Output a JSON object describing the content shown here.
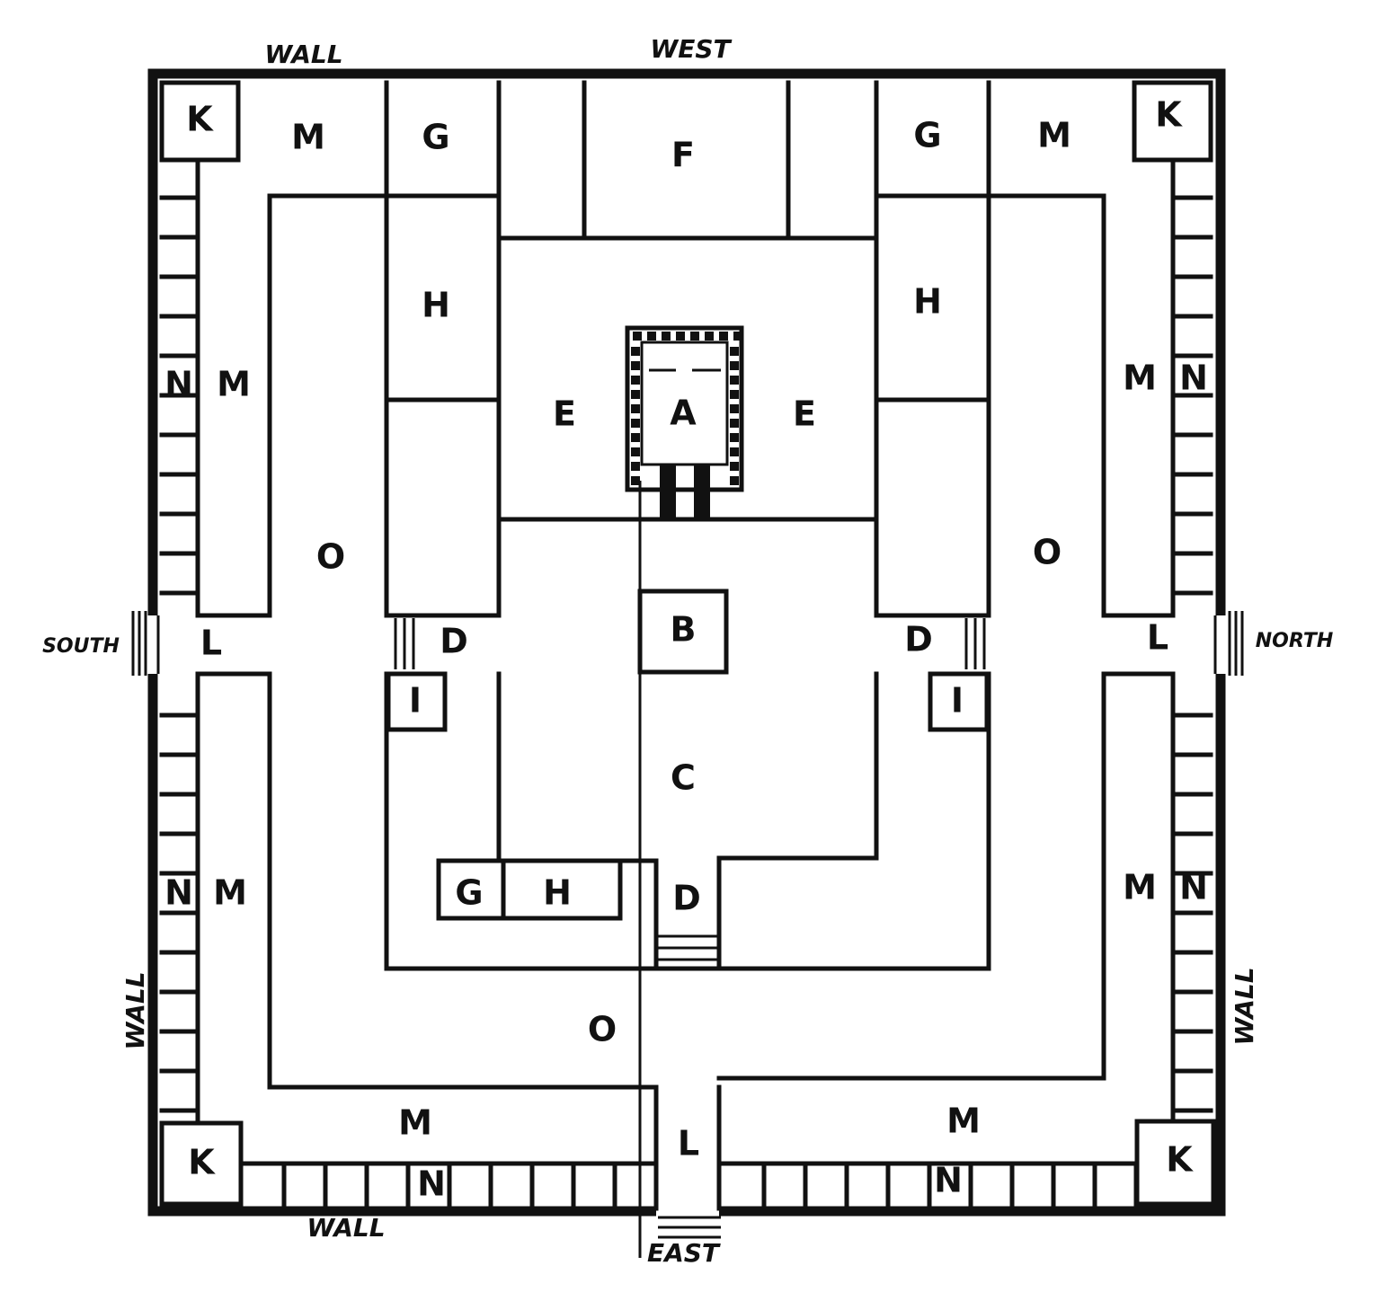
{
  "compass": {
    "west": "WEST",
    "east": "EAST",
    "south": "SOUTH",
    "north": "NORTH"
  },
  "wall_label": "WALL",
  "labels": {
    "A": "A",
    "B": "B",
    "C": "C",
    "D": "D",
    "E": "E",
    "F": "F",
    "G": "G",
    "H": "H",
    "I": "I",
    "K": "K",
    "L": "L",
    "M": "M",
    "N": "N",
    "O": "O"
  }
}
